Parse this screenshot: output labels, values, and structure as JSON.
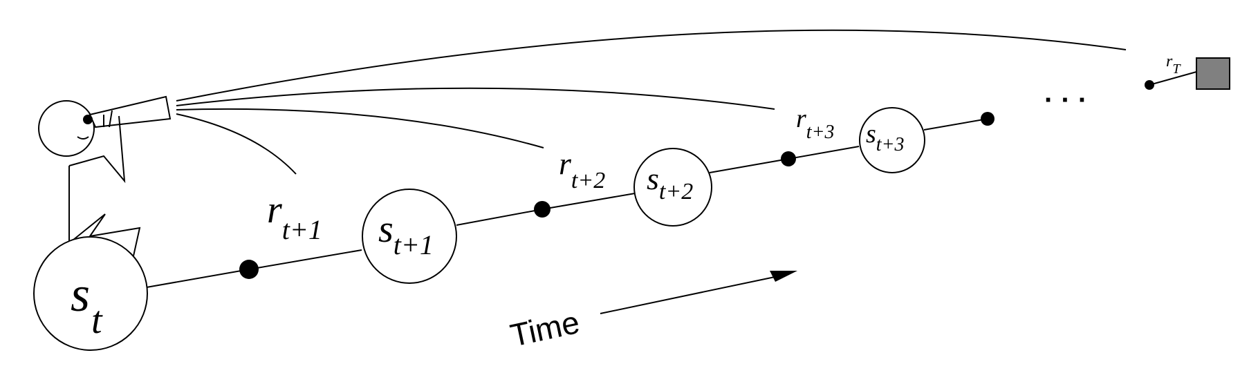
{
  "diagram": {
    "states": [
      {
        "id": "st",
        "base": "s",
        "sub": "t"
      },
      {
        "id": "st1",
        "base": "s",
        "sub": "t+1"
      },
      {
        "id": "st2",
        "base": "s",
        "sub": "t+2"
      },
      {
        "id": "st3",
        "base": "s",
        "sub": "t+3"
      }
    ],
    "rewards": [
      {
        "id": "rt1",
        "base": "r",
        "sub": "t+1"
      },
      {
        "id": "rt2",
        "base": "r",
        "sub": "t+2"
      },
      {
        "id": "rt3",
        "base": "r",
        "sub": "t+3"
      },
      {
        "id": "rT",
        "base": "r",
        "sub": "T"
      }
    ],
    "ellipsis": "· · ·",
    "time_label": "Time",
    "terminal_color": "#808080",
    "line_color": "#000000"
  }
}
